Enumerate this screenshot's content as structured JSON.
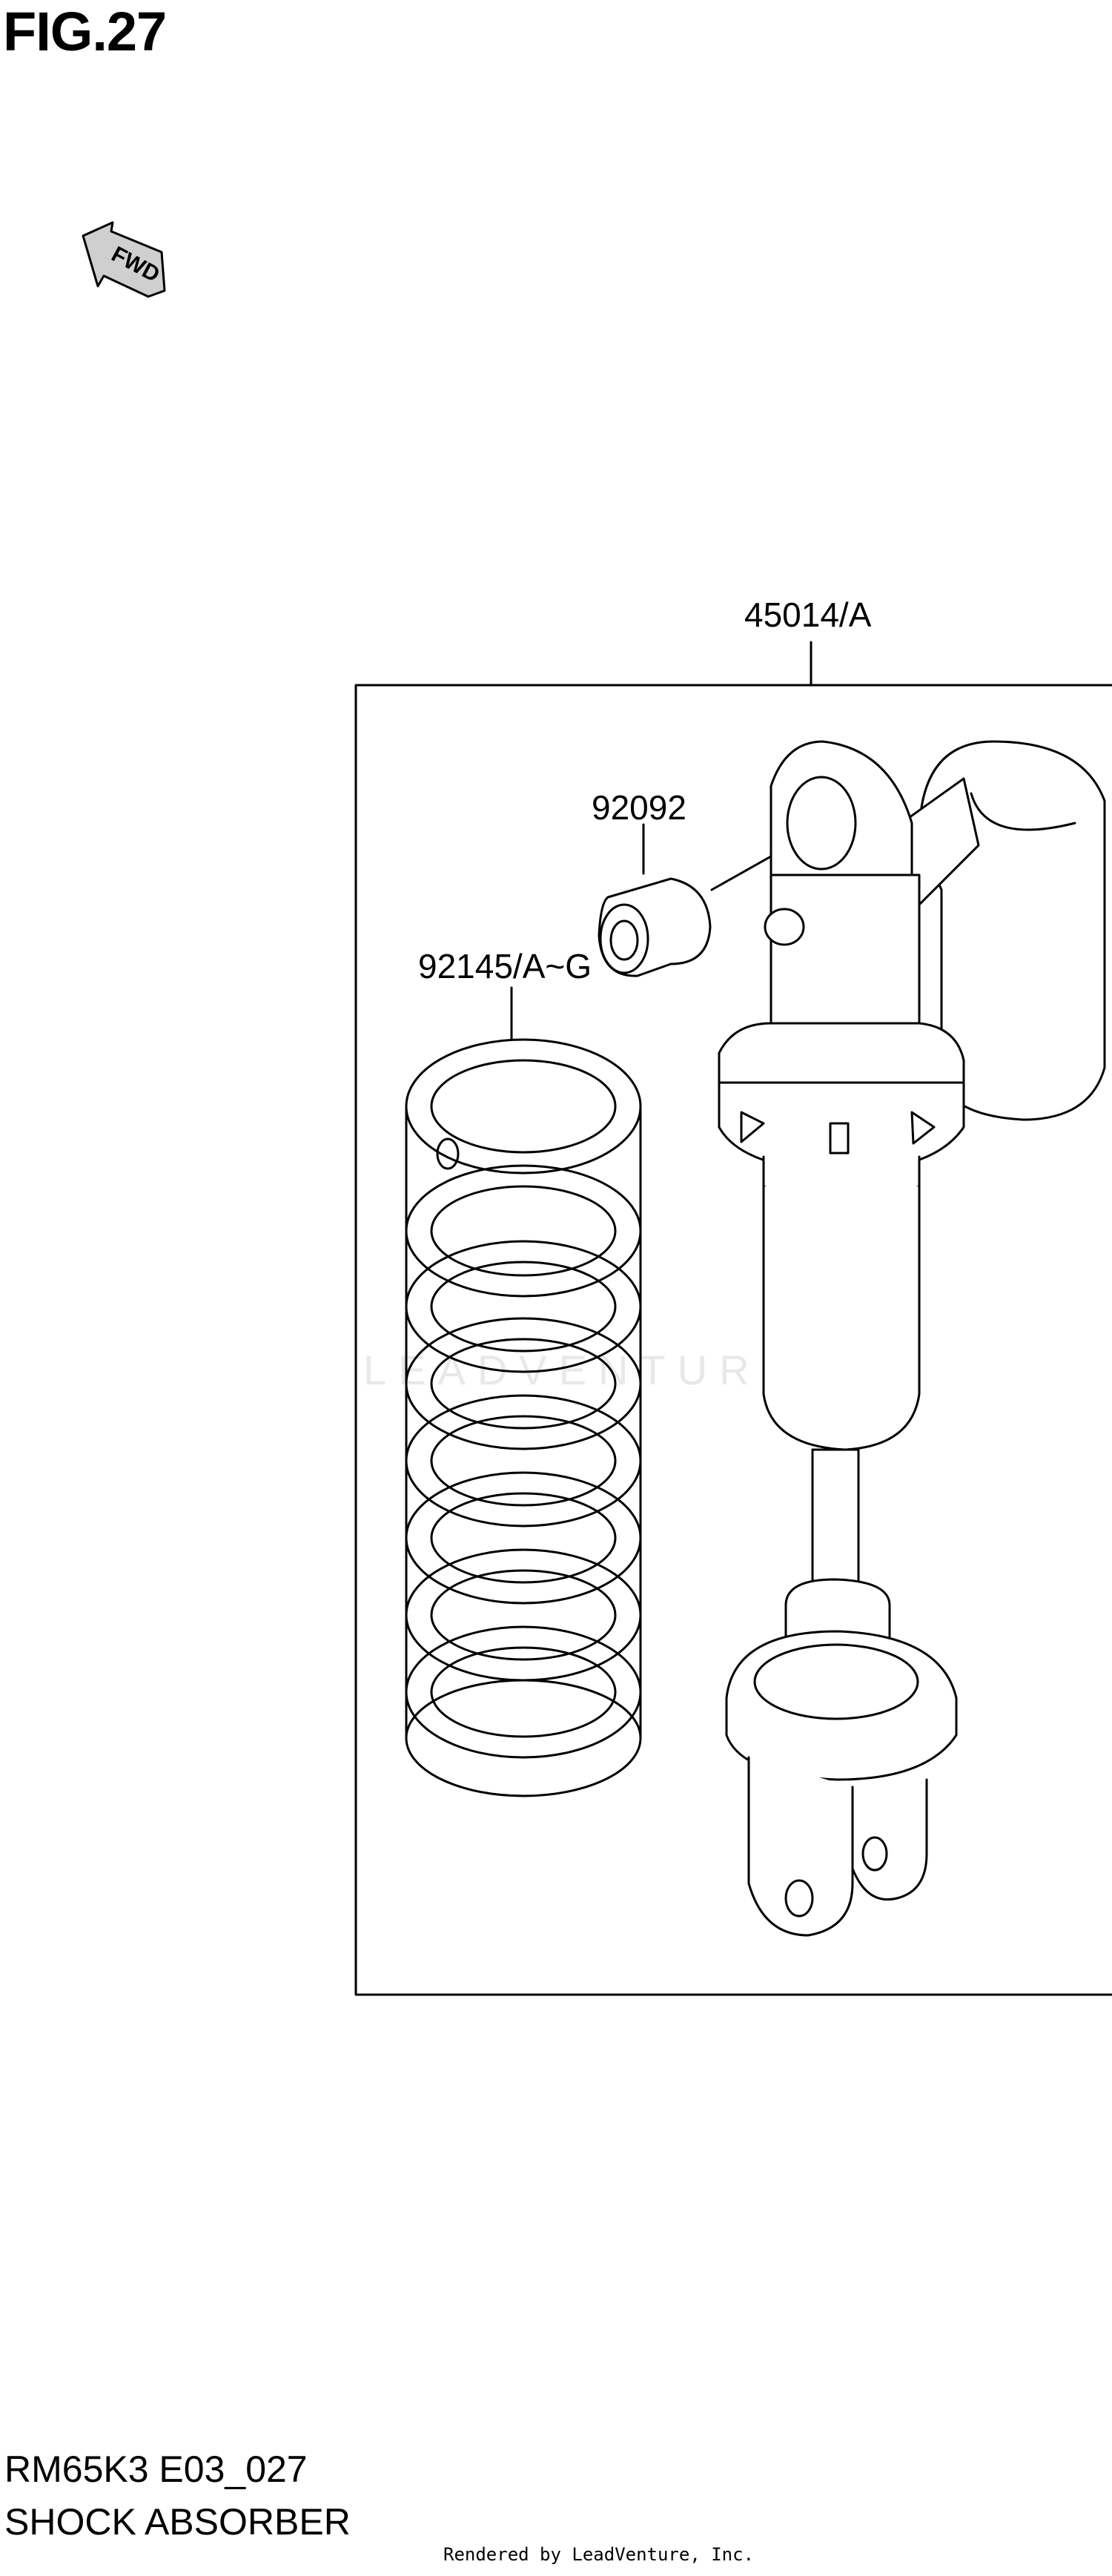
{
  "figure": {
    "title": "FIG.27"
  },
  "fwd_label": "FWD",
  "callouts": {
    "assembly": "45014/A",
    "bushing": "92092",
    "spring": "92145/A~G"
  },
  "footer": {
    "code": "RM65K3 E03_027",
    "name": "SHOCK ABSORBER",
    "credit": "Rendered by LeadVenture, Inc."
  },
  "watermark": "LEADVENTURE"
}
